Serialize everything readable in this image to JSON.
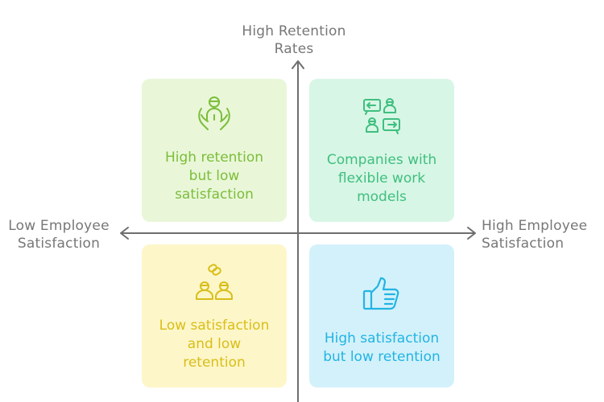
{
  "axes": {
    "top": [
      "High Retention",
      "Rates"
    ],
    "left": [
      "Low Employee",
      "Satisfaction"
    ],
    "right": [
      "High Employee",
      "Satisfaction"
    ]
  },
  "quadrants": {
    "top_left": {
      "lines": [
        "High retention",
        "but low",
        "satisfaction"
      ],
      "icon": "care-hands-icon",
      "color": "#7cbd3b"
    },
    "top_right": {
      "lines": [
        "Companies with",
        "flexible work",
        "models"
      ],
      "icon": "collaboration-icon",
      "color": "#3fbf7f"
    },
    "bottom_left": {
      "lines": [
        "Low satisfaction",
        "and low",
        "retention"
      ],
      "icon": "people-link-icon",
      "color": "#d9be18"
    },
    "bottom_right": {
      "lines": [
        "High satisfaction",
        "but low retention"
      ],
      "icon": "thumbs-up-icon",
      "color": "#22b4e3"
    }
  }
}
